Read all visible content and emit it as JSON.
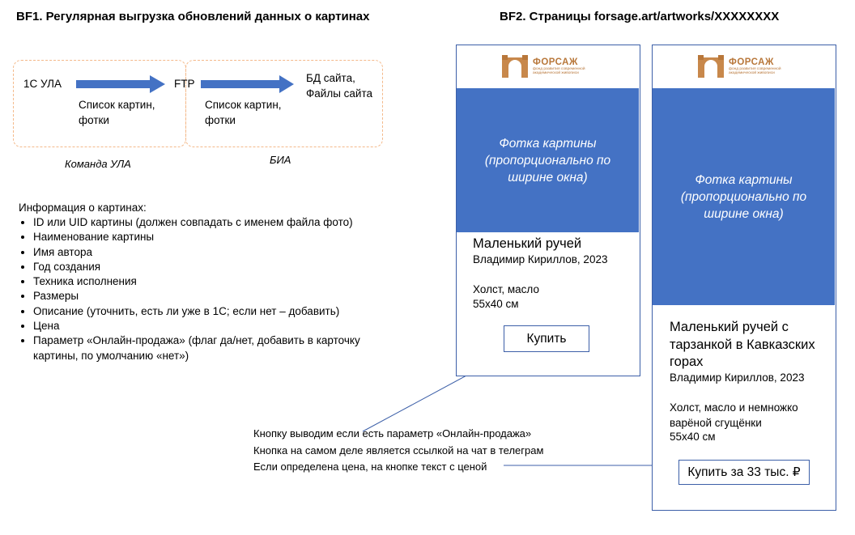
{
  "bf1": {
    "title": "BF1. Регулярная выгрузка обновлений данных о картинах",
    "flow": {
      "source": "1С УЛА",
      "middle": "FTP",
      "target_line1": "БД сайта,",
      "target_line2": "Файлы сайта",
      "payload1_line1": "Список картин,",
      "payload1_line2": "фотки",
      "payload2_line1": "Список картин,",
      "payload2_line2": "фотки",
      "group1_caption": "Команда УЛА",
      "group2_caption": "БИА"
    },
    "info": {
      "heading": "Информация о картинах:",
      "items": [
        "ID или UID картины (должен совпадать с именем файла фото)",
        "Наименование картины",
        "Имя автора",
        "Год создания",
        "Техника исполнения",
        "Размеры",
        "Описание (уточнить, есть ли уже в 1С; если нет – добавить)",
        "Цена",
        "Параметр «Онлайн-продажа» (флаг да/нет, добавить в карточку картины, по умолчанию «нет»)"
      ]
    }
  },
  "bf2": {
    "title": "BF2. Страницы forsage.art/artworks/XXXXXXXX",
    "logo": {
      "name": "ФОРСАЖ",
      "sub_line1": "фонд развития современной",
      "sub_line2": "академической живописи"
    },
    "card1": {
      "photo_line1": "Фотка картины",
      "photo_line2": "(пропорционально по",
      "photo_line3": "ширине окна)",
      "title": "Маленький ручей",
      "author": "Владимир Кириллов, 2023",
      "technique": "Холст, масло",
      "size": "55х40 см",
      "button": "Купить"
    },
    "card2": {
      "photo_line1": "Фотка картины",
      "photo_line2": "(пропорционально по",
      "photo_line3": "ширине окна)",
      "title_line1": "Маленький ручей с",
      "title_line2": "тарзанкой в Кавказских",
      "title_line3": "горах",
      "author": "Владимир Кириллов, 2023",
      "technique_line1": "Холст, масло и немножко",
      "technique_line2": "варёной сгущёнки",
      "size": "55х40 см",
      "button": "Купить за 33 тыс. ₽"
    },
    "notes": [
      "Кнопку выводим если есть параметр «Онлайн-продажа»",
      "Кнопка на самом деле является ссылкой на чат в телеграм",
      "Если определена цена, на кнопке текст с ценой"
    ]
  },
  "colors": {
    "accent_blue": "#4472c4",
    "border_blue": "#3c5fa8",
    "dash_orange": "#f4b98a",
    "logo_gold": "#b8773a"
  }
}
